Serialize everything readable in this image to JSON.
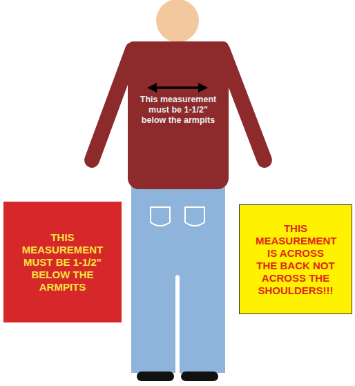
{
  "diagram": {
    "nodes": [
      {
        "text": [
          "This measurement must be 1-1/2\" below the armpits"
        ]
      },
      {
        "text": [
          "THIS MEASUREMENT MUST BE 1-1/2\" BELOW THE ARMPITS"
        ]
      },
      {
        "text": [
          "THIS MEASUREMENT IS ACROSS THE BACK NOT ACROSS THE SHOULDERS!!!"
        ]
      }
    ]
  }
}
